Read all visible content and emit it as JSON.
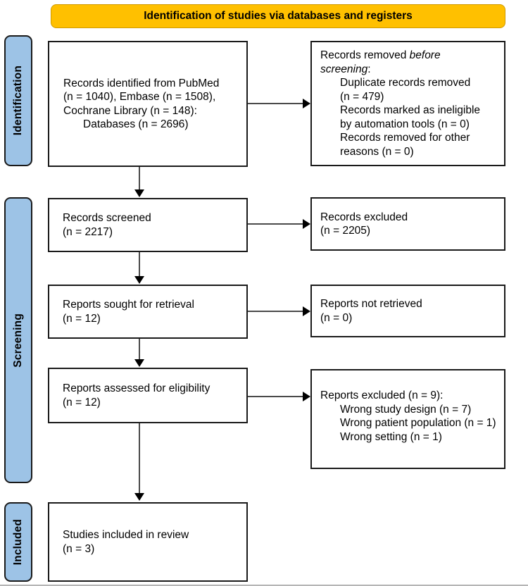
{
  "header": {
    "title": "Identification of studies via databases and registers",
    "bg_color": "#FFC000"
  },
  "sidebar": {
    "bg_color": "#9DC3E6",
    "stages": [
      {
        "id": "identification",
        "label": "Identification"
      },
      {
        "id": "screening",
        "label": "Screening"
      },
      {
        "id": "included",
        "label": "Included"
      }
    ]
  },
  "boxes": {
    "records_identified": {
      "lines": [
        {
          "text": "Records identified from PubMed"
        },
        {
          "text": "(n = 1040), Embase (n = 1508),"
        },
        {
          "text": "Cochrane Library (n = 148):"
        },
        {
          "text": "Databases (n = 2696)",
          "indent": 1
        }
      ]
    },
    "records_removed": {
      "lines": [
        {
          "segments": [
            {
              "text": "Records removed "
            },
            {
              "text": "before",
              "italic": true
            }
          ]
        },
        {
          "segments": [
            {
              "text": "screening",
              "italic": true
            },
            {
              "text": ":"
            }
          ]
        },
        {
          "text": "Duplicate records removed",
          "indent": 1
        },
        {
          "text": "(n = 479)",
          "indent": 1
        },
        {
          "text": "Records marked as ineligible",
          "indent": 1
        },
        {
          "text": "by automation tools (n = 0)",
          "indent": 1
        },
        {
          "text": "Records removed for other",
          "indent": 1
        },
        {
          "text": "reasons (n = 0)",
          "indent": 1
        }
      ]
    },
    "records_screened": {
      "lines": [
        {
          "text": "Records screened"
        },
        {
          "text": "(n = 2217)"
        }
      ]
    },
    "records_excluded": {
      "lines": [
        {
          "text": "Records excluded"
        },
        {
          "text": "(n = 2205)"
        }
      ]
    },
    "reports_sought": {
      "lines": [
        {
          "text": "Reports sought for retrieval"
        },
        {
          "text": "(n = 12)"
        }
      ]
    },
    "reports_not_retrieved": {
      "lines": [
        {
          "text": "Reports not retrieved"
        },
        {
          "text": "(n = 0)"
        }
      ]
    },
    "reports_assessed": {
      "lines": [
        {
          "text": "Reports assessed for eligibility"
        },
        {
          "text": "(n = 12)"
        }
      ]
    },
    "reports_excluded": {
      "lines": [
        {
          "text": "Reports excluded (n = 9):"
        },
        {
          "text": "Wrong study design (n = 7)",
          "indent": 1
        },
        {
          "text": "Wrong patient population (n = 1)",
          "indent": 1
        },
        {
          "text": "Wrong setting (n = 1)",
          "indent": 1
        }
      ]
    },
    "studies_included": {
      "lines": [
        {
          "text": "Studies included in review"
        },
        {
          "text": "(n = 3)"
        }
      ]
    }
  }
}
